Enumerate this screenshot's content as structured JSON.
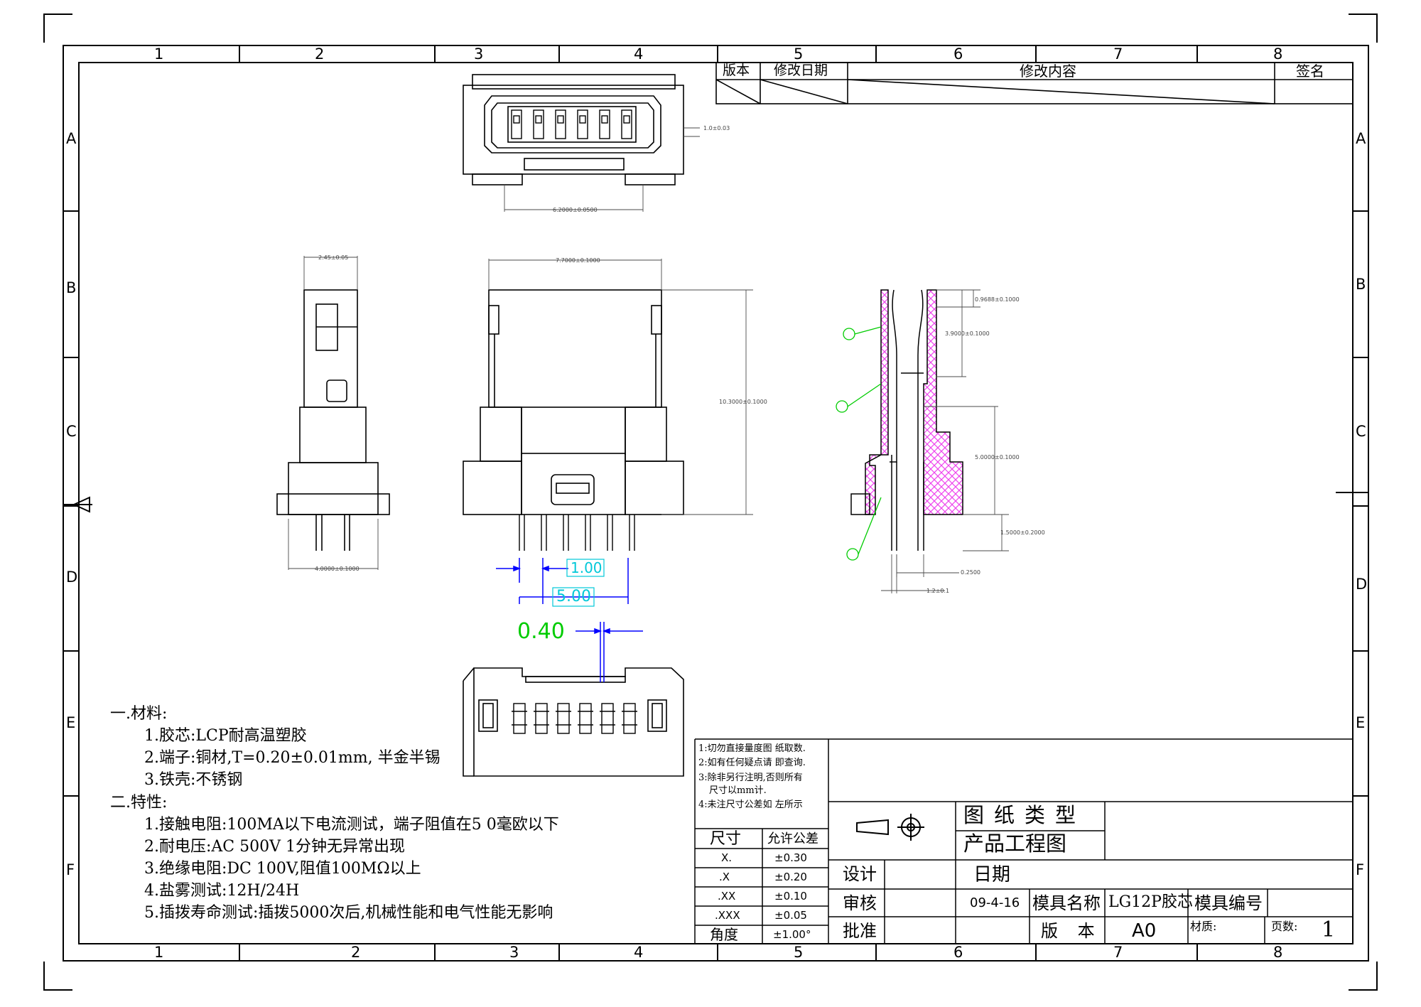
{
  "frame": {
    "columns": [
      "1",
      "2",
      "3",
      "4",
      "5",
      "6",
      "7",
      "8"
    ],
    "rows": [
      "A",
      "B",
      "C",
      "D",
      "E",
      "F"
    ]
  },
  "revision_block": {
    "version_label": "版本",
    "date_label": "修改日期",
    "content_label": "修改内容",
    "sign_label": "签名"
  },
  "dimensions": {
    "top_pitch": "1.0±0.03",
    "top_width": "6.2000±0.0500",
    "side_width": "2.45±0.05",
    "side_base": "4.0000±0.1000",
    "front_width": "7.7000±0.1000",
    "front_height": "10.3000±0.1000",
    "pitch_1": "1.00",
    "pitch_5": "5.00",
    "pin_width": "0.40",
    "sec_top": "0.9688±0.1000",
    "sec_h1": "3.9000±0.1000",
    "sec_h2": "5.0000±0.1000",
    "sec_h3": "1.5000±0.2000",
    "sec_w1": "0.2500",
    "sec_w2": "1.2±0.1"
  },
  "notes": {
    "section1_title": "一.材料:",
    "section1_items": [
      "1.胶芯:LCP耐高温塑胶",
      "2.端子:铜材,T=0.20±0.01mm, 半金半锡",
      "3.铁壳:不锈钢"
    ],
    "section2_title": "二.特性:",
    "section2_items": [
      "1.接触电阻:100MA以下电流测试，端子阻值在5 0毫欧以下",
      "2.耐电压:AC 500V 1分钟无异常出现",
      "3.绝缘电阻:DC 100V,阻值100MΩ以上",
      "4.盐雾测试:12H/24H",
      "5.插拨寿命测试:插拨5000次后,机械性能和电气性能无影响"
    ]
  },
  "instructions": [
    "1:切勿直接量度图 纸取数.",
    "2:如有任何疑点请 即查询.",
    "3:除非另行注明,否则所有",
    "尺寸以mm计.",
    "4:未注尺寸公差如 左所示"
  ],
  "tolerance": {
    "header_size": "尺寸",
    "header_tol": "允许公差",
    "rows": [
      {
        "size": "X.",
        "tol": "±0.30"
      },
      {
        "size": ".X",
        "tol": "±0.20"
      },
      {
        "size": ".XX",
        "tol": "±0.10"
      },
      {
        "size": ".XXX",
        "tol": "±0.05"
      },
      {
        "size": "角度",
        "tol": "±1.00°"
      }
    ]
  },
  "title_block": {
    "drawing_type_label": "图纸类型",
    "drawing_type_value": "产品工程图",
    "design_label": "设计",
    "check_label": "审核",
    "approve_label": "批准",
    "date_label": "日期",
    "date_value": "09-4-16",
    "mold_name_label": "模具名称",
    "mold_name_value": "LG12P胶芯",
    "mold_no_label": "模具编号",
    "version_label": "版 本",
    "version_value": "A0",
    "material_label": "材质:",
    "pages_label": "页数:",
    "pages_value": "1"
  },
  "colors": {
    "line": "#000000",
    "dim": "#4a4a4a",
    "blue": "#0000ff",
    "cyan": "#00c8d8",
    "green": "#00cc00",
    "hatch": "#ee44ee"
  }
}
